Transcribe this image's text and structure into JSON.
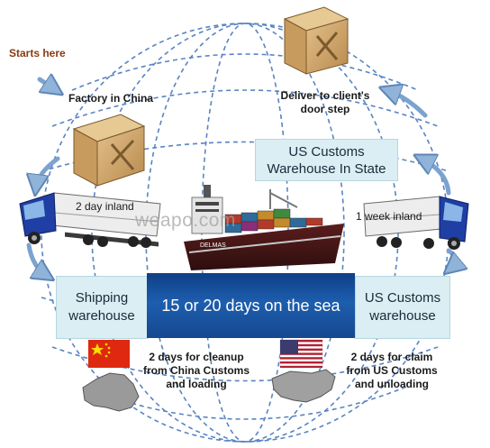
{
  "labels": {
    "starts_here": "Starts here",
    "factory": "Factory in China",
    "deliver_line1": "Deliver to client's",
    "deliver_line2": "door step",
    "us_customs_warehouse_line1": "US Customs",
    "us_customs_warehouse_line2": "Warehouse In State",
    "inland_china": "2 day inland",
    "inland_us": "1 week inland",
    "shipping_warehouse_line1": "Shipping",
    "shipping_warehouse_line2": "warehouse",
    "sea_transit": "15 or 20 days on the sea",
    "us_customs_line1": "US Customs",
    "us_customs_line2": "warehouse",
    "china_step_line1": "2 days for cleanup",
    "china_step_line2": "from  China Customs",
    "china_step_line3": "and loading",
    "us_step_line1": "2 days for claim",
    "us_step_line2": "from  US Customs",
    "us_step_line3": "and unloading",
    "watermark": "weapo.com",
    "ship_name": "DELMAS"
  },
  "colors": {
    "grid": "#3d6fb8",
    "arrow": "#7ba3cf",
    "box_fill": "#daeef3",
    "sea": "#1d5eae",
    "crate": "#c9a36a"
  },
  "icons": [
    "wooden-crate",
    "semi-truck",
    "container-ship",
    "china-flag",
    "us-flag",
    "china-map",
    "usa-map"
  ]
}
